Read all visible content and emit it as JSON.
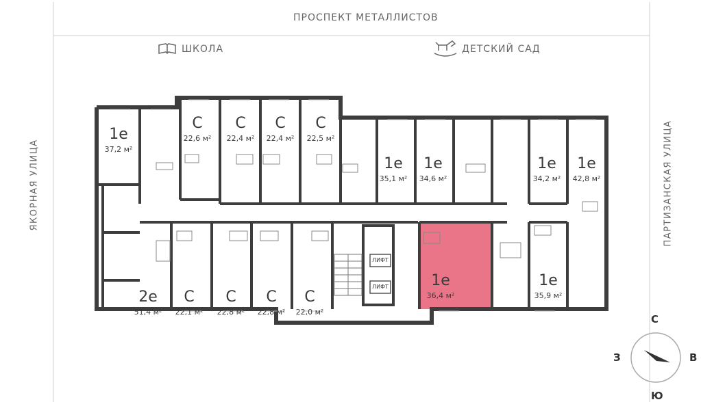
{
  "streets": {
    "north": "ПРОСПЕКТ МЕТАЛЛИСТОВ",
    "west": "ЯКОРНАЯ УЛИЦА",
    "east": "ПАРТИЗАНСКАЯ УЛИЦА"
  },
  "landmarks": {
    "school": "ШКОЛА",
    "kindergarten": "ДЕТСКИЙ САД"
  },
  "elevators": [
    "ЛИФТ",
    "ЛИФТ"
  ],
  "units": [
    {
      "type": "1е",
      "area": "37,2 м²",
      "highlighted": false
    },
    {
      "type": "С",
      "area": "22,6 м²",
      "highlighted": false
    },
    {
      "type": "С",
      "area": "22,4 м²",
      "highlighted": false
    },
    {
      "type": "С",
      "area": "22,4 м²",
      "highlighted": false
    },
    {
      "type": "С",
      "area": "22,5 м²",
      "highlighted": false
    },
    {
      "type": "1е",
      "area": "35,1 м²",
      "highlighted": false
    },
    {
      "type": "1е",
      "area": "34,6 м²",
      "highlighted": false
    },
    {
      "type": "1е",
      "area": "34,2 м²",
      "highlighted": false
    },
    {
      "type": "1е",
      "area": "42,8 м²",
      "highlighted": false
    },
    {
      "type": "2е",
      "area": "51,4 м²",
      "highlighted": false
    },
    {
      "type": "С",
      "area": "22,1 м²",
      "highlighted": false
    },
    {
      "type": "С",
      "area": "22,8 м²",
      "highlighted": false
    },
    {
      "type": "С",
      "area": "22,8 м²",
      "highlighted": false
    },
    {
      "type": "С",
      "area": "22,0 м²",
      "highlighted": false
    },
    {
      "type": "1е",
      "area": "36,4 м²",
      "highlighted": true
    },
    {
      "type": "1е",
      "area": "35,9 м²",
      "highlighted": false
    }
  ],
  "compass": {
    "north": "С",
    "south": "Ю",
    "west": "З",
    "east": "В"
  },
  "colors": {
    "wall": "#3d3d3d",
    "highlight": "#e8697f",
    "boundary": "#c8c8c8"
  }
}
